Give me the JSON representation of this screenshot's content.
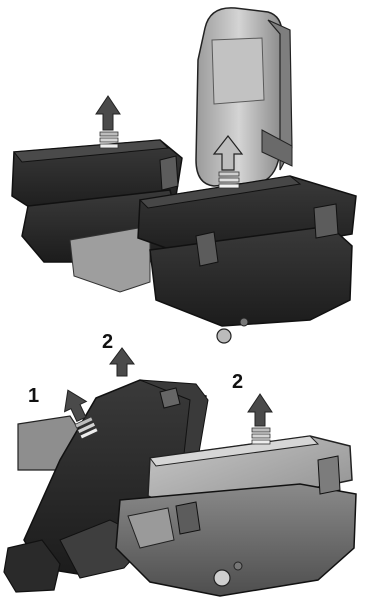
{
  "figure": {
    "top_panel": {
      "arrows": [
        {
          "icon": "up-arrow-icon"
        },
        {
          "icon": "up-arrow-icon"
        }
      ]
    },
    "bottom_panel": {
      "step_labels": [
        "2",
        "1",
        "2"
      ],
      "arrows": [
        {
          "icon": "up-arrow-icon"
        },
        {
          "icon": "up-arrow-icon"
        },
        {
          "icon": "up-arrow-icon"
        }
      ]
    },
    "colors": {
      "seat_dark": "#2b2b2b",
      "seat_mid": "#6e6e6e",
      "seat_light": "#bdbdbd",
      "arrow": "#4a4a4a",
      "arrow_stripe": "#cfcfcf"
    }
  }
}
